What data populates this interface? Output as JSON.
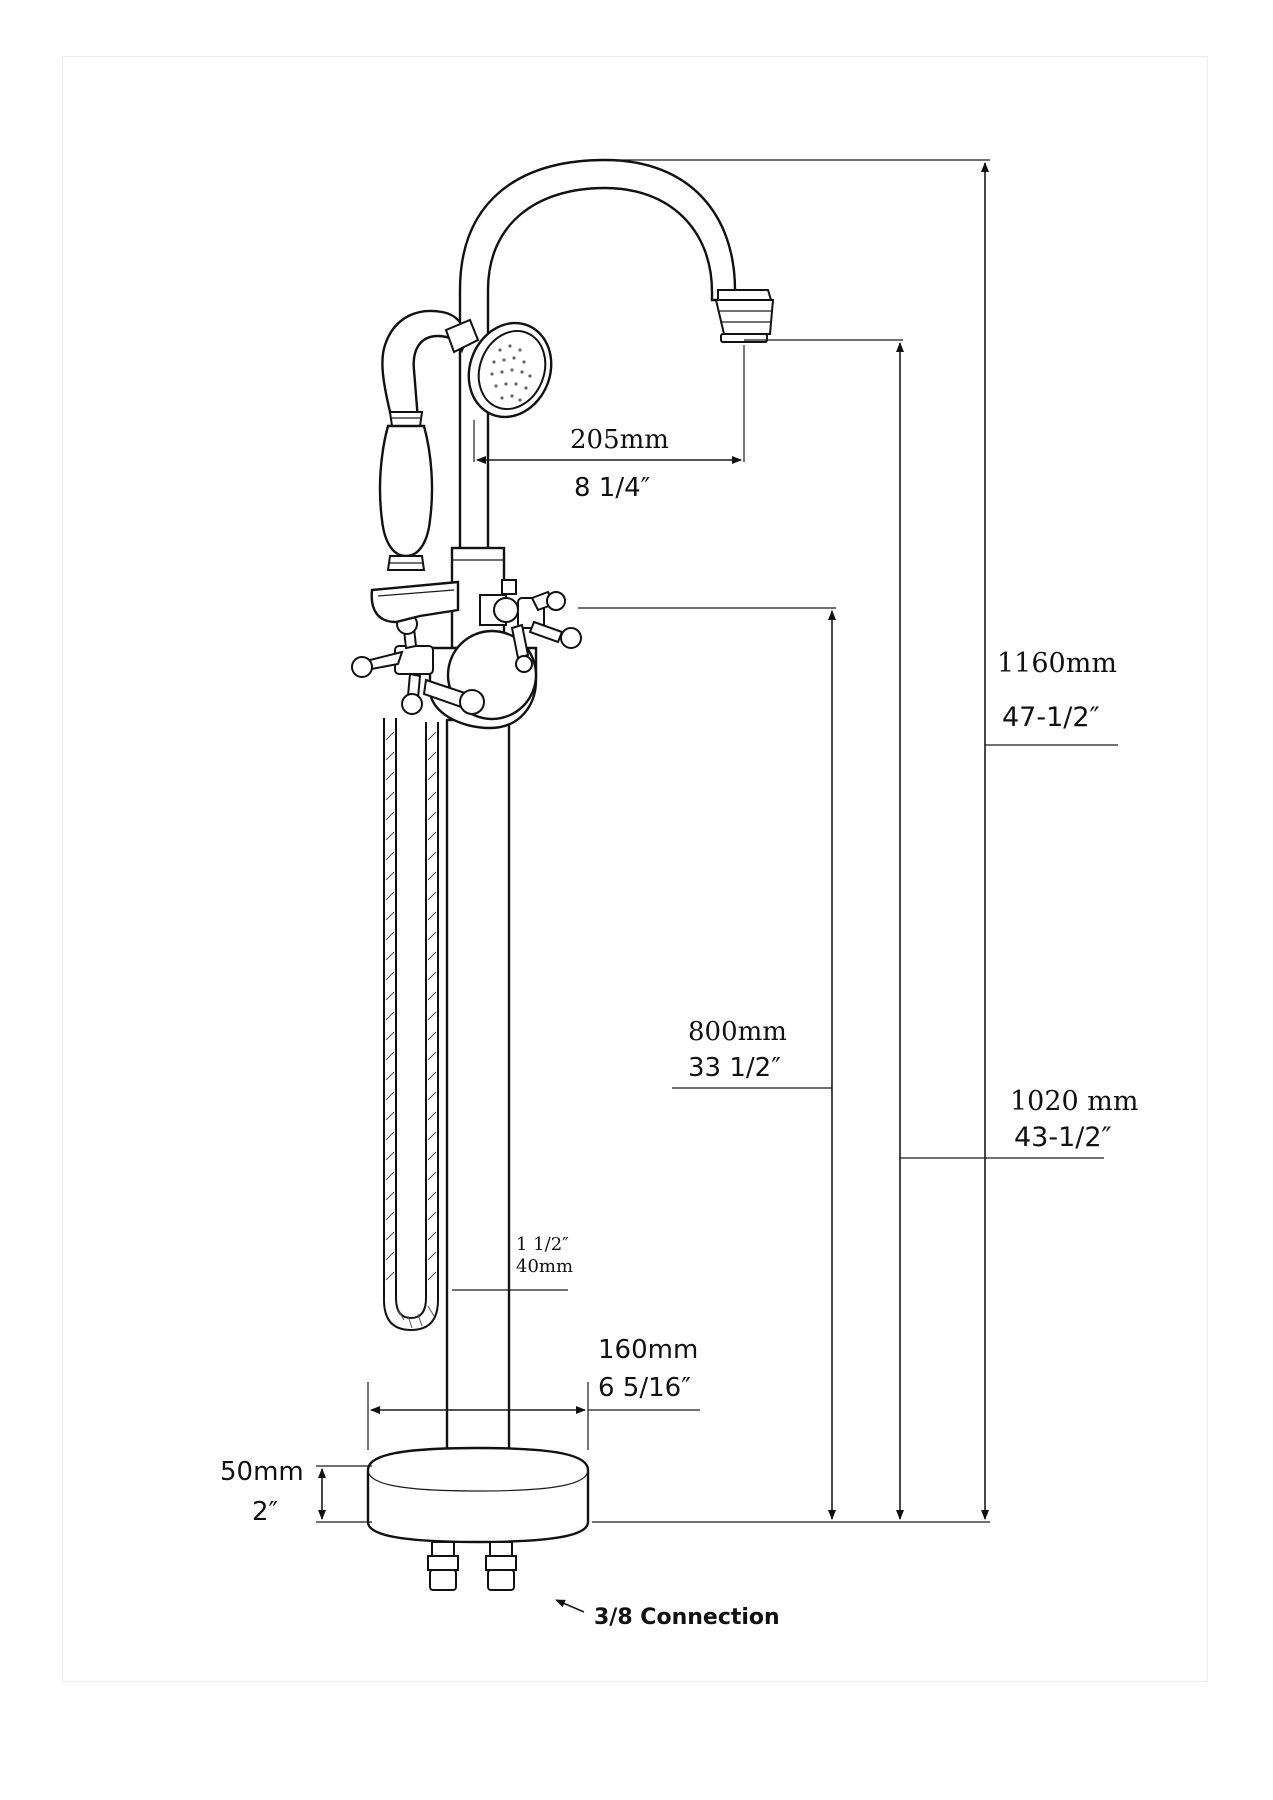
{
  "dimensions": {
    "overall_height": {
      "metric": "1160mm",
      "imperial": "47-1/2″"
    },
    "spout_height": {
      "metric": "1020 mm",
      "imperial": "43-1/2″"
    },
    "handle_height": {
      "metric": "800mm",
      "imperial": "33 1/2″"
    },
    "spout_reach": {
      "metric": "205mm",
      "imperial": "8 1/4″"
    },
    "pipe_diameter": {
      "imperial": "1 1/2″",
      "metric": "40mm"
    },
    "base_diameter": {
      "metric": "160mm",
      "imperial": "6 5/16″"
    },
    "base_height": {
      "metric": "50mm",
      "imperial": "2″"
    }
  },
  "connection_label": "3/8 Connection",
  "colors": {
    "line": "#111111",
    "background": "#ffffff"
  }
}
